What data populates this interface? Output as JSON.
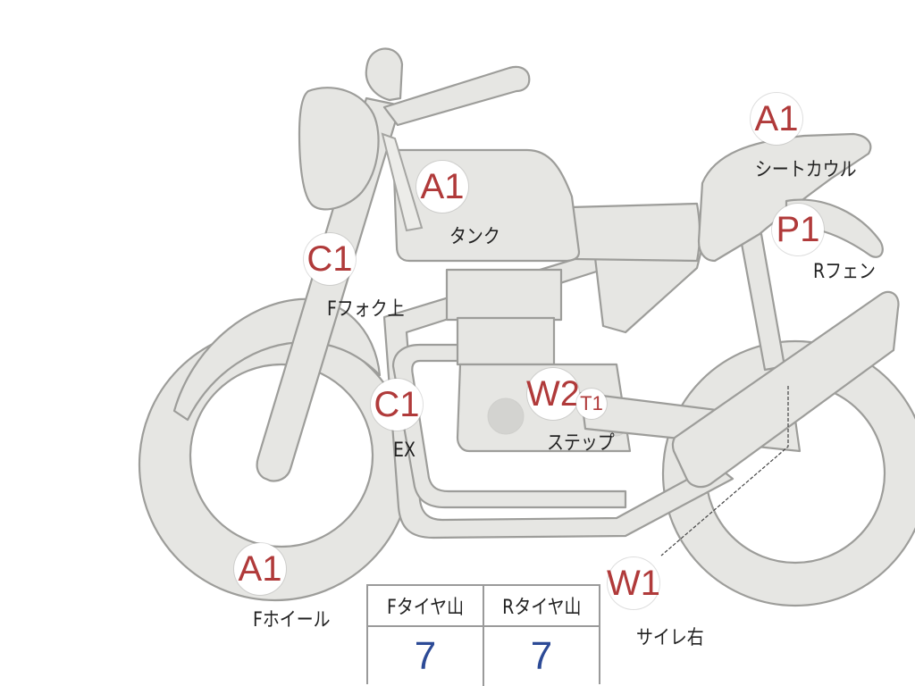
{
  "markers": [
    {
      "id": "tank",
      "code": "A1",
      "label": "タンク"
    },
    {
      "id": "seat-cowl",
      "code": "A1",
      "label": "シートカウル"
    },
    {
      "id": "rear-fender",
      "code": "P1",
      "label": "Rフェン"
    },
    {
      "id": "fork-upper",
      "code": "C1",
      "label": "Fフォク上"
    },
    {
      "id": "exhaust",
      "code": "C1",
      "label": "EX"
    },
    {
      "id": "step",
      "code": "W2",
      "label": "ステップ"
    },
    {
      "id": "step-t1",
      "code": "T1",
      "label": ""
    },
    {
      "id": "front-wheel",
      "code": "A1",
      "label": "Fホイール"
    },
    {
      "id": "muffler-right",
      "code": "W1",
      "label": "サイレ右"
    }
  ],
  "tread_table": {
    "headers": [
      "Fタイヤ山",
      "Rタイヤ山"
    ],
    "values": [
      "7",
      "7"
    ]
  },
  "colors": {
    "part_fill": "#e6e6e3",
    "part_stroke": "#9d9d9a",
    "marker_text": "#b03a3a",
    "tread_value": "#2c4a96"
  }
}
